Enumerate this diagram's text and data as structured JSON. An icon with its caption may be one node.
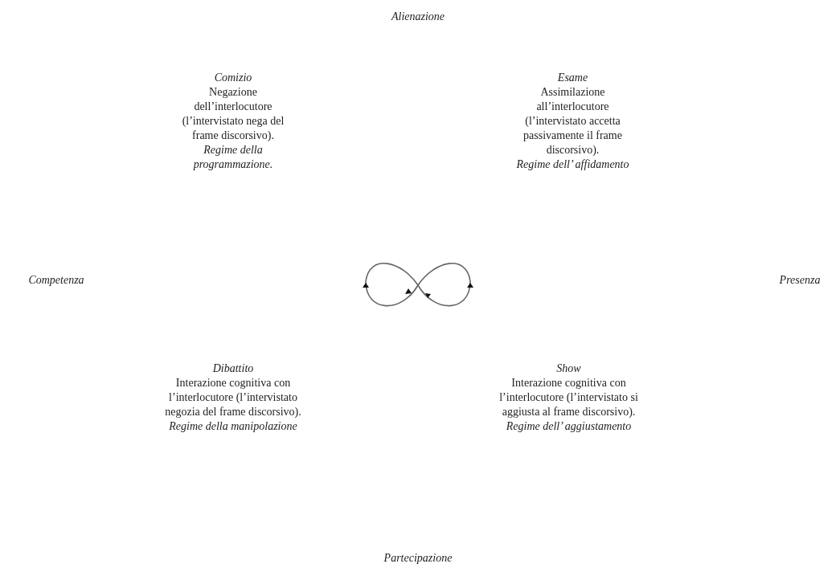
{
  "diagram": {
    "labels": [
      "Alienazione",
      "Comizio",
      "Negazione dell’interlocutore (l’intervistato nega del frame discorsivo).",
      "Regime della programmazione.",
      "Esame",
      "Assimilazione all’interlocutore (l’intervistato accetta passivamente il frame discorsivo).",
      "Regime dell’ affidamento",
      "Competenza",
      "Presenza",
      "Dibattito",
      "Interazione cognitiva con l’interlocutore (l’intervistato negozia del frame discorsivo).",
      "Regime della manipolazione",
      "Show",
      "Interazione cognitiva con l’interlocutore (l’intervistato si aggiusta al frame discorsivo).",
      "Regime dell’ aggiustamento",
      "Partecipazione"
    ]
  }
}
